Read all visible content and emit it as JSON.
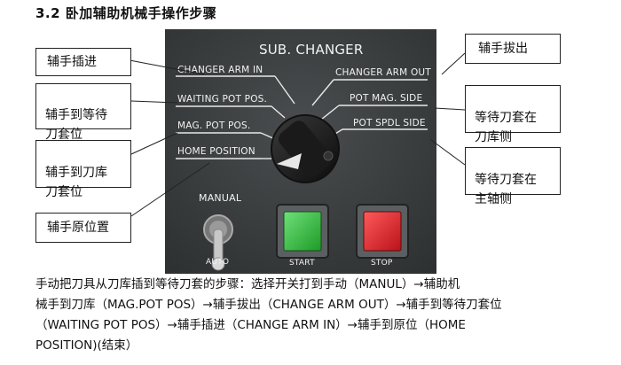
{
  "section": {
    "heading": "3.2 卧加辅助机械手操作步骤"
  },
  "panel": {
    "title": "SUB. CHANGER",
    "left_labels": [
      "CHANGER ARM IN",
      "WAITING POT POS.",
      "MAG. POT POS.",
      "HOME POSITION"
    ],
    "right_labels": [
      "CHANGER ARM OUT",
      "POT MAG. SIDE",
      "POT SPDL SIDE"
    ],
    "manual_label": "MANUAL",
    "auto_label": "AUTO",
    "start_label": "START",
    "stop_label": "STOP",
    "colors": {
      "panel": "#3a3d3e",
      "start_button": "#34c23c",
      "stop_button": "#e1282c"
    }
  },
  "callouts": {
    "arm_in": "辅手插进",
    "waiting_pot": "辅手到等待\n刀套位",
    "mag_pot": "辅手到刀库\n刀套位",
    "home": "辅手原位置",
    "arm_out": "辅手拔出",
    "pot_mag_side": "等待刀套在\n刀库侧",
    "pot_spdl_side": "等待刀套在\n主轴侧"
  },
  "paragraph": "手动把刀具从刀库插到等待刀套的步骤：选择开关打到手动（MANUL）→辅助机\n械手到刀库（MAG.POT POS）→辅手拔出（CHANGE ARM OUT）→辅手到等待刀套位\n（WAITING POT POS）→辅手插进（CHANGE ARM IN）→辅手到原位（HOME\nPOSITION)(结束）"
}
